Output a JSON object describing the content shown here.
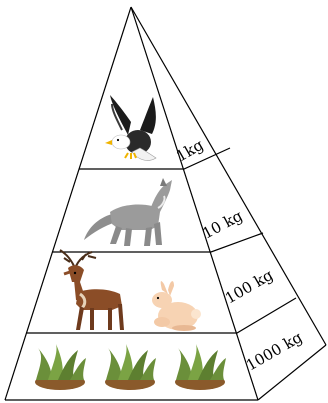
{
  "pyramid": {
    "levels": [
      {
        "organism": "eagle",
        "mass_label": "1kg"
      },
      {
        "organism": "wolf",
        "mass_label": "10 kg"
      },
      {
        "organism": "deer and rabbit",
        "mass_label": "100 kg"
      },
      {
        "organism": "grass",
        "mass_label": "1000 kg"
      }
    ]
  },
  "icons": [
    "eagle-icon",
    "wolf-icon",
    "deer-icon",
    "rabbit-icon",
    "grass-icon"
  ]
}
